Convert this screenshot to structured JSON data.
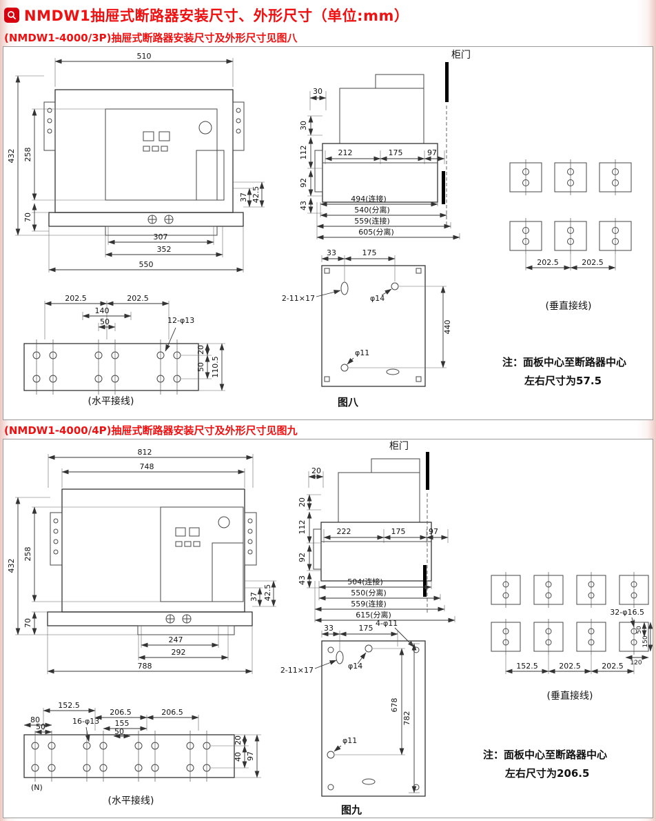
{
  "header": {
    "title": "NMDW1抽屉式断路器安装尺寸、外形尺寸（单位:mm）"
  },
  "fig8": {
    "heading": "(NMDW1-4000/3P)抽屉式断路器安装尺寸及外形尺寸见图八",
    "front": {
      "w510": "510",
      "h432": "432",
      "h258": "258",
      "h70": "70",
      "w307": "307",
      "w352": "352",
      "w550": "550",
      "d37": "37",
      "d425": "42.5"
    },
    "side": {
      "door": "柜门",
      "t30": "30",
      "l30": "30",
      "l112": "112",
      "l92": "92",
      "l43": "43",
      "h212": "212",
      "h175": "175",
      "h97": "97",
      "r1": "494(连接)",
      "r2": "540(分离)",
      "r3": "559(连接)",
      "r4": "605(分离)"
    },
    "vwiring": {
      "d1": "202.5",
      "d2": "202.5",
      "label": "(垂直接线)"
    },
    "hwiring": {
      "d1": "202.5",
      "d2": "202.5",
      "d3": "140",
      "d4": "50",
      "holes": "12-φ13",
      "r20": "20",
      "r50": "50",
      "r110": "110.5",
      "label": "(水平接线)"
    },
    "plate": {
      "t33": "33",
      "t175": "175",
      "slots": "2-11×17",
      "phi14": "φ14",
      "phi11": "φ11",
      "h440": "440",
      "caption": "图八"
    },
    "note1": "注：面板中心至断路器中心",
    "note2": "左右尺寸为57.5"
  },
  "fig9": {
    "heading": "(NMDW1-4000/4P)抽屉式断路器安装尺寸及外形尺寸见图九",
    "front": {
      "w812": "812",
      "w748": "748",
      "h432": "432",
      "h258": "258",
      "h70": "70",
      "w247": "247",
      "w292": "292",
      "w788": "788",
      "d37": "37",
      "d425": "42.5"
    },
    "side": {
      "door": "柜门",
      "t20": "20",
      "l20": "20",
      "l112": "112",
      "l92": "92",
      "l43": "43",
      "h222": "222",
      "h175": "175",
      "h97": "97",
      "r1": "504(连接)",
      "r2": "550(分离)",
      "r3": "559(连接)",
      "r4": "615(分离)"
    },
    "vwiring": {
      "holes": "32-φ16.5",
      "s50": "50",
      "s150": "150",
      "s120": "120",
      "d1": "152.5",
      "d2": "202.5",
      "d3": "202.5",
      "label": "(垂直接线)"
    },
    "hwiring": {
      "d1": "152.5",
      "d2": "206.5",
      "d3": "206.5",
      "d80": "80",
      "d50a": "50",
      "holes": "16-φ13",
      "d155": "155",
      "d50b": "50",
      "r20": "20",
      "r40": "40",
      "r97": "97",
      "n": "(N)",
      "label": "(水平接线)"
    },
    "plate": {
      "t33": "33",
      "t175": "175",
      "holes4": "4-φ11",
      "slots": "2-11×17",
      "phi14": "φ14",
      "phi11": "φ11",
      "h678": "678",
      "h782": "782",
      "caption": "图九"
    },
    "note1": "注：面板中心至断路器中心",
    "note2": "左右尺寸为206.5"
  }
}
